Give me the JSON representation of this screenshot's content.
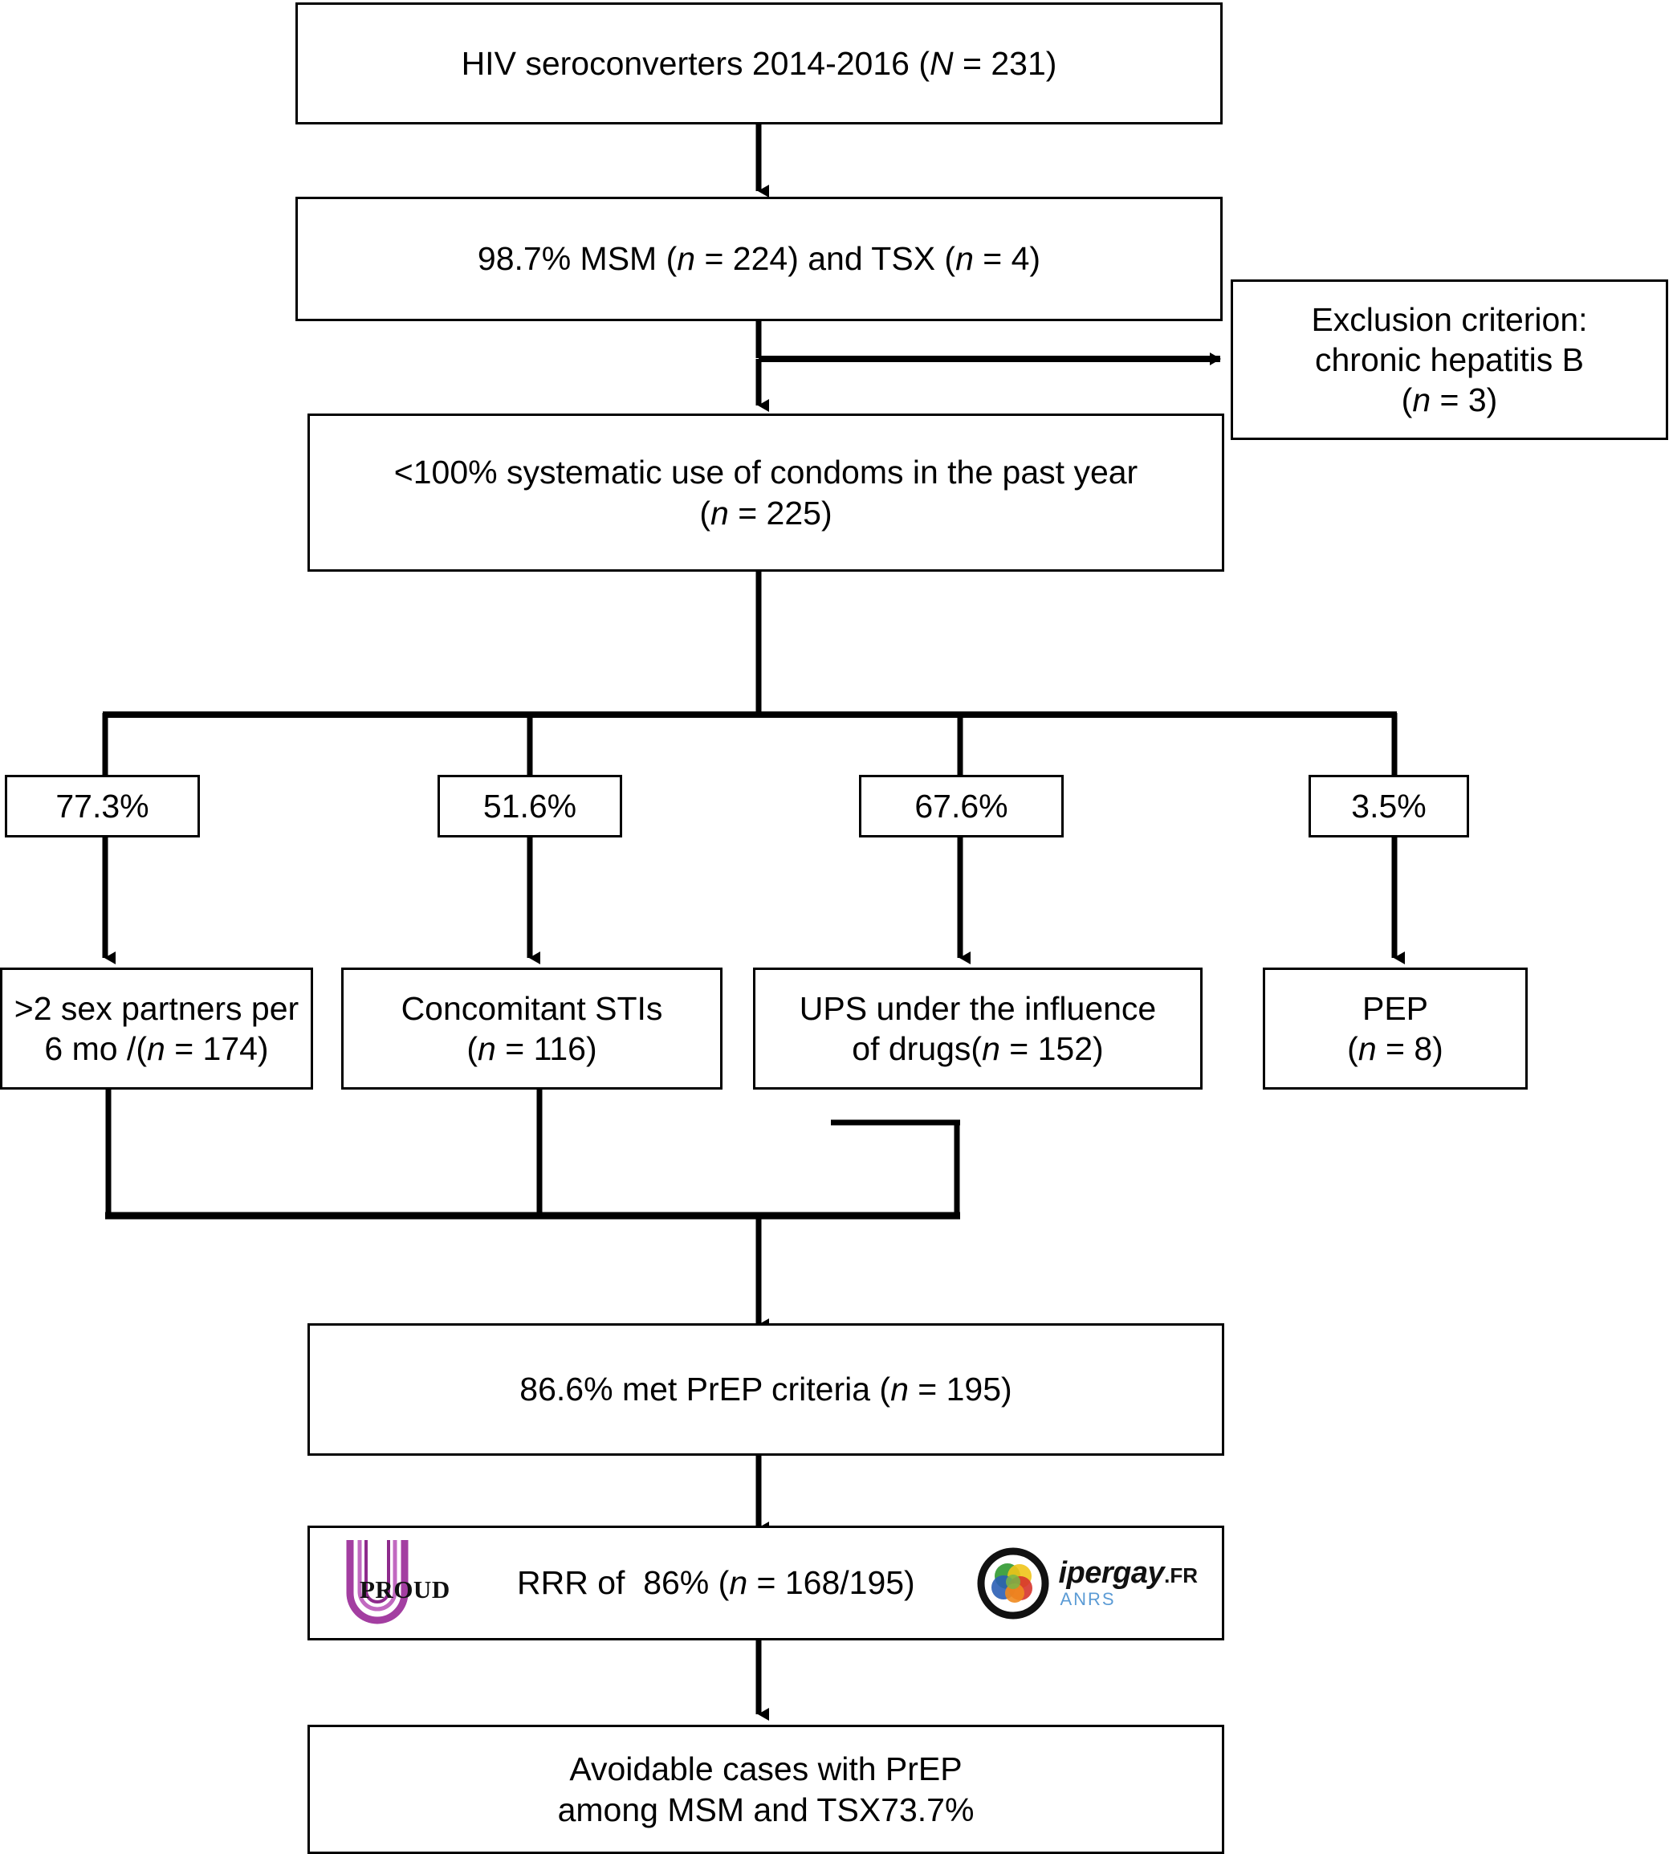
{
  "figure": {
    "type": "flowchart",
    "title": "PrEP eligibility flowchart of HIV seroconverters 2014-2016"
  },
  "nodes": {
    "seroconverters": {
      "label": "HIV seroconverters 2014-2016 (N = 231)",
      "n": 231
    },
    "msm_tsx": {
      "label": "98.7% MSM (n = 224) and TSX (n = 4)",
      "percent": "98.7%",
      "msm_n": 224,
      "tsx_n": 4
    },
    "exclusion": {
      "label": "Exclusion criterion:\nchronic hepatitis B\n(n = 3)",
      "n": 3
    },
    "condoms": {
      "label": "<100% systematic use of condoms in the past year\n(n = 225)",
      "n": 225
    },
    "criteria": [
      {
        "percent": "77.3%",
        "label": ">2 sex partners per\n6 mo /(n = 174)",
        "n": 174
      },
      {
        "percent": "51.6%",
        "label": "Concomitant STIs\n(n = 116)",
        "n": 116
      },
      {
        "percent": "67.6%",
        "label": "UPS under the influence\nof drugs(n = 152)",
        "n": 152
      },
      {
        "percent": "3.5%",
        "label": "PEP\n(n = 8)",
        "n": 8
      }
    ],
    "met_prep": {
      "label": "86.6% met PrEP criteria (n = 195)",
      "percent": "86.6%",
      "n": 195
    },
    "rrr": {
      "label": "RRR of  86% (n = 168/195)",
      "percent": "86%",
      "numerator": 168,
      "denominator": 195,
      "proud_logo_text": "PROUD",
      "ipergay_logo_name": "ipergay",
      "ipergay_logo_tld": ".FR",
      "ipergay_logo_sub": "ANRS"
    },
    "avoidable": {
      "label": "Avoidable cases with PrEP\namong MSM and TSX73.7%",
      "percent": "73.7%"
    }
  },
  "colors": {
    "line": "#000000",
    "box_border": "#000000",
    "background": "#ffffff",
    "proud_purple": "#a33ea1",
    "anrs_blue": "#5b9bd5",
    "ipergay_green": "#3a9e3a",
    "ipergay_blue": "#2b5fb5",
    "ipergay_red": "#d6342c",
    "ipergay_orange": "#f08a1e"
  }
}
